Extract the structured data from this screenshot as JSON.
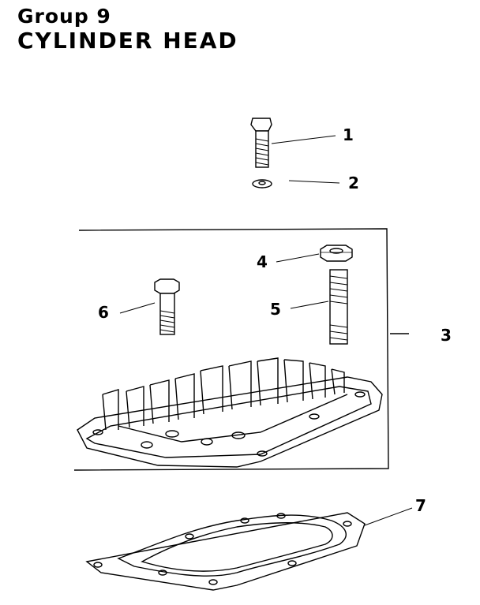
{
  "header": {
    "group": "Group 9",
    "title": "CYLINDER HEAD"
  },
  "callouts": [
    {
      "id": "1",
      "label": "1"
    },
    {
      "id": "2",
      "label": "2"
    },
    {
      "id": "3",
      "label": "3"
    },
    {
      "id": "4",
      "label": "4"
    },
    {
      "id": "5",
      "label": "5"
    },
    {
      "id": "6",
      "label": "6"
    },
    {
      "id": "7",
      "label": "7"
    }
  ]
}
